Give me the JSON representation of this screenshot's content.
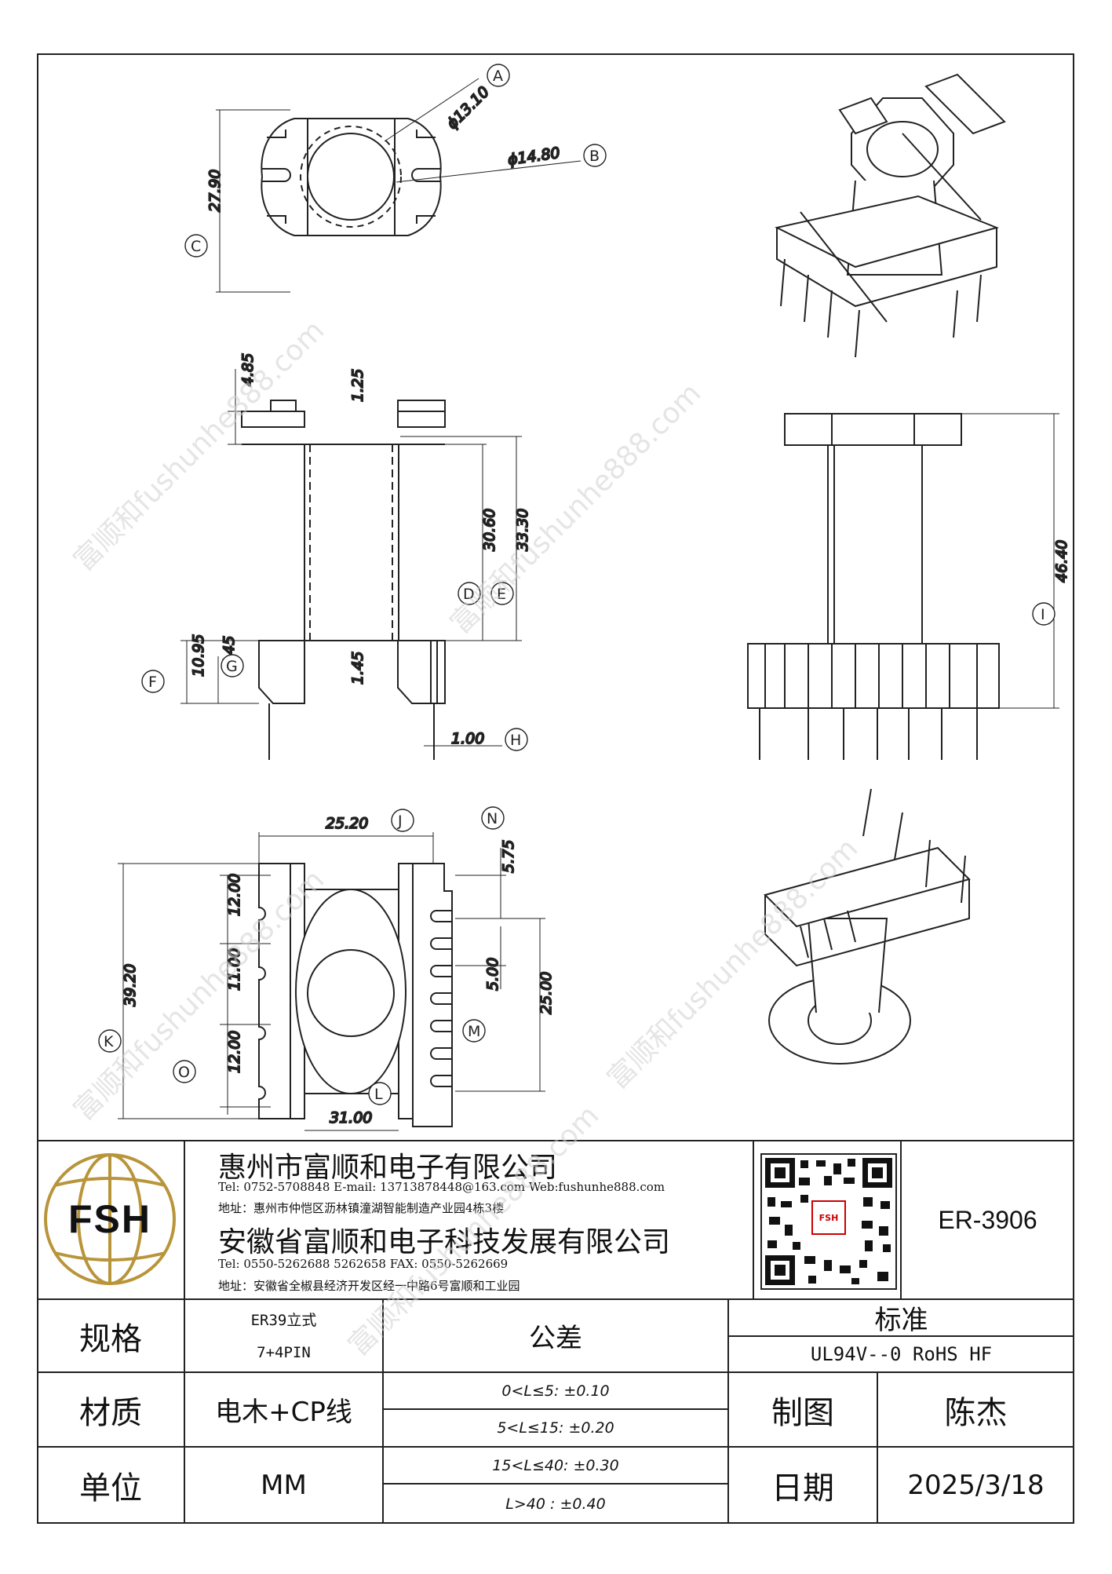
{
  "watermark": "富顺和fushunhe888.com",
  "views": {
    "top": {
      "labels": [
        "A",
        "B",
        "C"
      ],
      "dims": {
        "d1": "ϕ13.10",
        "d2": "ϕ14.80",
        "h": "27.90"
      }
    },
    "front": {
      "labels": [
        "D",
        "E",
        "F",
        "G",
        "H"
      ],
      "dims": {
        "top_flange": "4.85",
        "wall": "1.25",
        "inner": "30.60",
        "outer": "33.30",
        "base": "10.95",
        "g": "7.45",
        "gap": "1.45",
        "pin": "1.00"
      }
    },
    "side": {
      "labels": [
        "I"
      ],
      "dims": {
        "height": "46.40"
      }
    },
    "bottom": {
      "labels": [
        "J",
        "K",
        "L",
        "M",
        "N",
        "O"
      ],
      "dims": {
        "width": "25.20",
        "depth": "39.20",
        "a": "12.00",
        "b": "11.00",
        "c": "12.00",
        "total": "31.00",
        "pitch1": "5.75",
        "pitch2": "5.00",
        "span": "25.00"
      }
    }
  },
  "title_block": {
    "company1": "惠州市富顺和电子有限公司",
    "contact1": "Tel: 0752-5708848  E-mail: 13713878448@163.com  Web:fushunhe888.com",
    "address1": "地址：惠州市仲恺区沥林镇潼湖智能制造产业园4栋3楼",
    "company2": "安徽省富顺和电子科技发展有限公司",
    "contact2": "Tel:   0550-5262688  5262658      FAX:  0550-5262669",
    "address2": "地址：安徽省全椒县经济开发区经一中路6号富顺和工业园",
    "logo_text": "FSH",
    "qr_logo": "FSH",
    "part_no": "ER-3906",
    "spec_label": "规格",
    "spec_value_1": "ER39立式",
    "spec_value_2": "7+4PIN",
    "tolerance_label": "公差",
    "standard_label": "标准",
    "standard_value": "UL94V--0  RoHS HF",
    "material_label": "材质",
    "material_value": "电木+CP线",
    "tol_1": "0<L≤5: ±0.10",
    "tol_2": "5<L≤15: ±0.20",
    "tol_3": "15<L≤40: ±0.30",
    "tol_4": "L>40 :  ±0.40",
    "drawer_label": "制图",
    "drawer_value": "陈杰",
    "unit_label": "单位",
    "unit_value": "MM",
    "date_label": "日期",
    "date_value": "2025/3/18"
  }
}
